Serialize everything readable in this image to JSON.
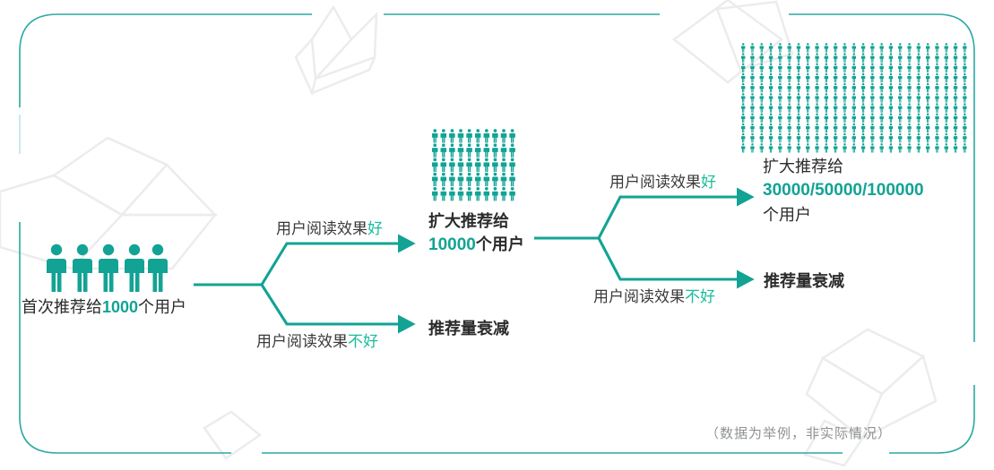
{
  "diagram": {
    "title_footnote": "（数据为举例，非实际情况）",
    "accent_color": "#12a394",
    "highlight_color": "#18bc9c",
    "text_color": "#2b2b2b",
    "frame_color": "#2aa9a0",
    "deco_color": "#ececec",
    "nodes": {
      "start": {
        "label_prefix": "首次推荐给",
        "label_number": "1000",
        "label_suffix": "个用户",
        "icon": "person-icon",
        "icon_count": 5
      },
      "stage2": {
        "line1": "扩大推荐给",
        "line2_number": "10000",
        "line2_suffix": "个用户",
        "icon": "person-icon",
        "icon_rows": 5,
        "icon_cols": 10
      },
      "stage3": {
        "line1": "扩大推荐给",
        "line2_number": "30000/50000/100000",
        "line3": "个用户",
        "icon": "person-icon",
        "icon_rows": 11,
        "icon_cols": 25
      },
      "decay1": {
        "label": "推荐量衰减"
      },
      "decay2": {
        "label": "推荐量衰减"
      }
    },
    "branches": [
      {
        "name": "branch-1-good",
        "text_plain": "用户阅读效果",
        "text_highlight": "好"
      },
      {
        "name": "branch-1-bad",
        "text_plain": "用户阅读效果",
        "text_highlight": "不好"
      },
      {
        "name": "branch-2-good",
        "text_plain": "用户阅读效果",
        "text_highlight": "好"
      },
      {
        "name": "branch-2-bad",
        "text_plain": "用户阅读效果",
        "text_highlight": "不好"
      }
    ]
  }
}
